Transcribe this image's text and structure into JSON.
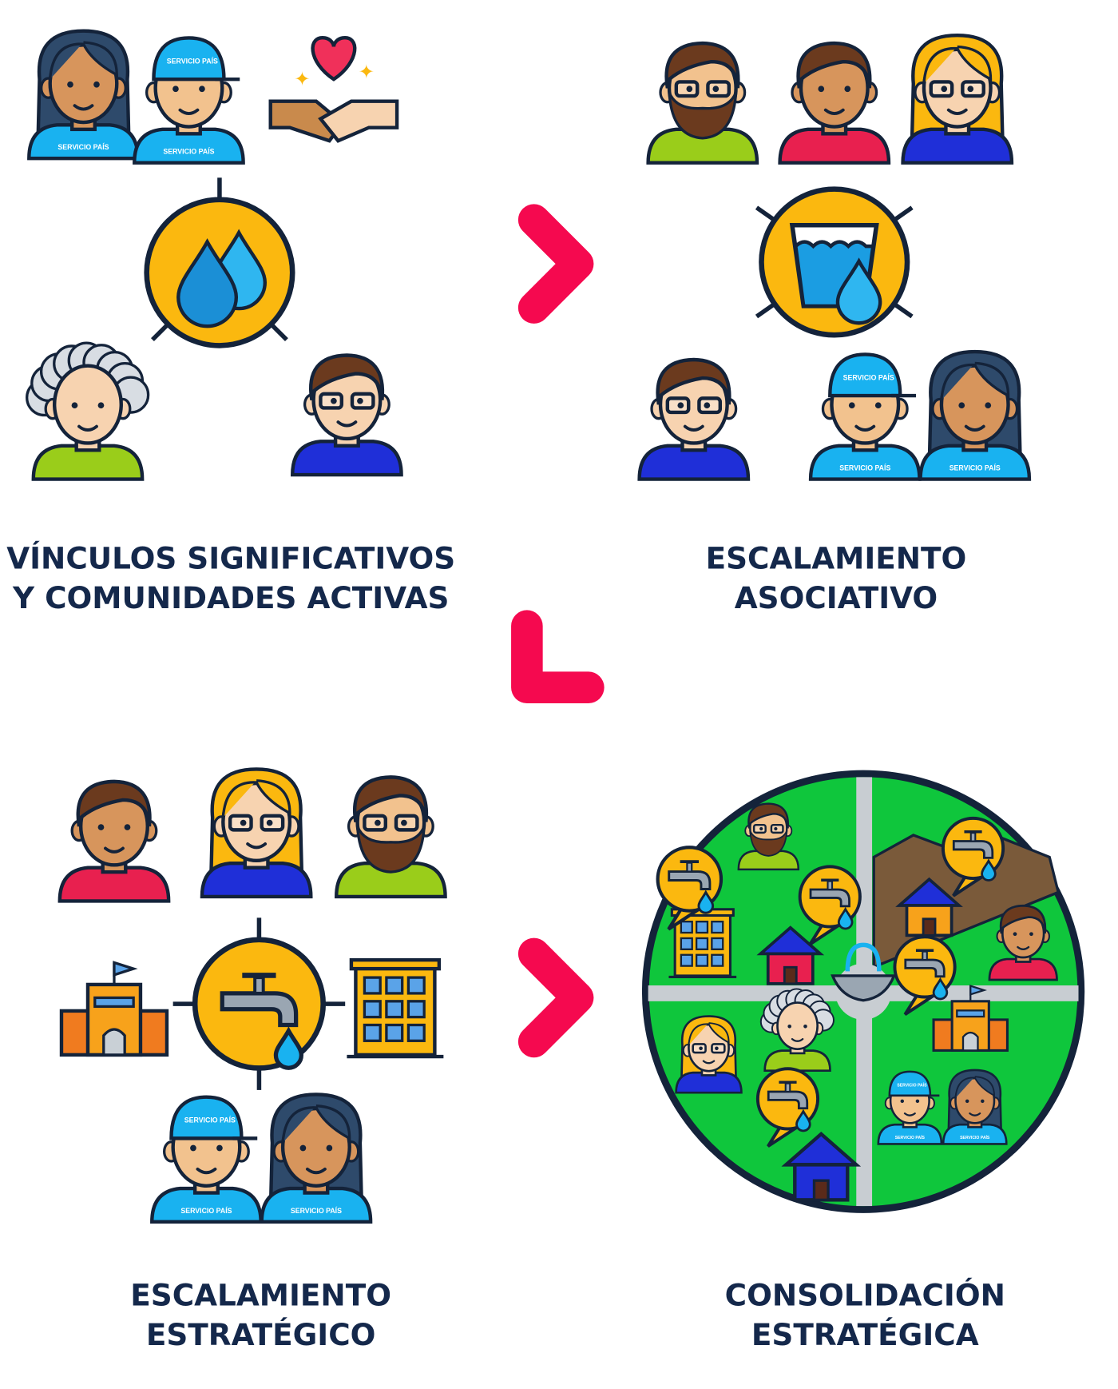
{
  "stages": [
    {
      "title_line1": "VÍNCULOS SIGNIFICATIVOS",
      "title_line2": "Y COMUNIDADES ACTIVAS"
    },
    {
      "title_line1": "ESCALAMIENTO",
      "title_line2": "ASOCIATIVO"
    },
    {
      "title_line1": "ESCALAMIENTO",
      "title_line2": "ESTRATÉGICO"
    },
    {
      "title_line1": "CONSOLIDACIÓN",
      "title_line2": "ESTRATÉGICA"
    }
  ],
  "shirt_label": "SERVICIO PAÍS",
  "colors": {
    "title": "#14284b",
    "arrow": "#f5094f",
    "yellow": "#fbb80f",
    "sp_blue": "#19b2f0",
    "green": "#0fc63c",
    "outline": "#14233a"
  },
  "icons": [
    "water-drops-icon",
    "water-glass-icon",
    "faucet-icon",
    "handshake-heart-icon",
    "school-icon",
    "apartment-building-icon",
    "house-icon",
    "fountain-icon"
  ]
}
